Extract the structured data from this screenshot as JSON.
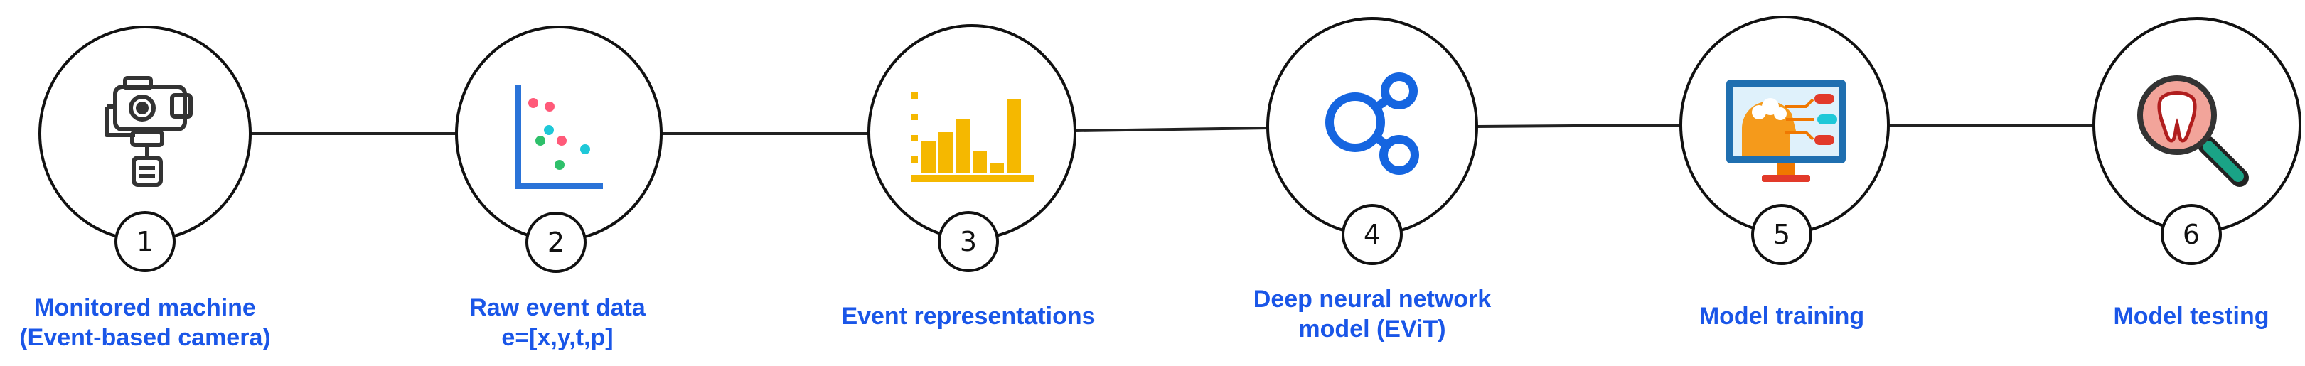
{
  "steps": [
    {
      "number": "1",
      "label_lines": [
        "Monitored machine",
        "(Event-based camera)"
      ],
      "icon": "event-camera-icon"
    },
    {
      "number": "2",
      "label_lines": [
        "Raw event data",
        "e=[x,y,t,p]"
      ],
      "icon": "scatter-plot-icon"
    },
    {
      "number": "3",
      "label_lines": [
        "Event representations"
      ],
      "icon": "bar-chart-icon"
    },
    {
      "number": "4",
      "label_lines": [
        "Deep neural network",
        "model (EViT)"
      ],
      "icon": "neural-network-icon"
    },
    {
      "number": "5",
      "label_lines": [
        "Model training"
      ],
      "icon": "ai-monitor-icon"
    },
    {
      "number": "6",
      "label_lines": [
        "Model testing"
      ],
      "icon": "tooth-magnifier-icon"
    }
  ],
  "colors": {
    "label": "#1a56e8",
    "outline": "#111111",
    "bars": "#f5b800",
    "network": "#1565e0",
    "axis": "#2a73d8"
  }
}
